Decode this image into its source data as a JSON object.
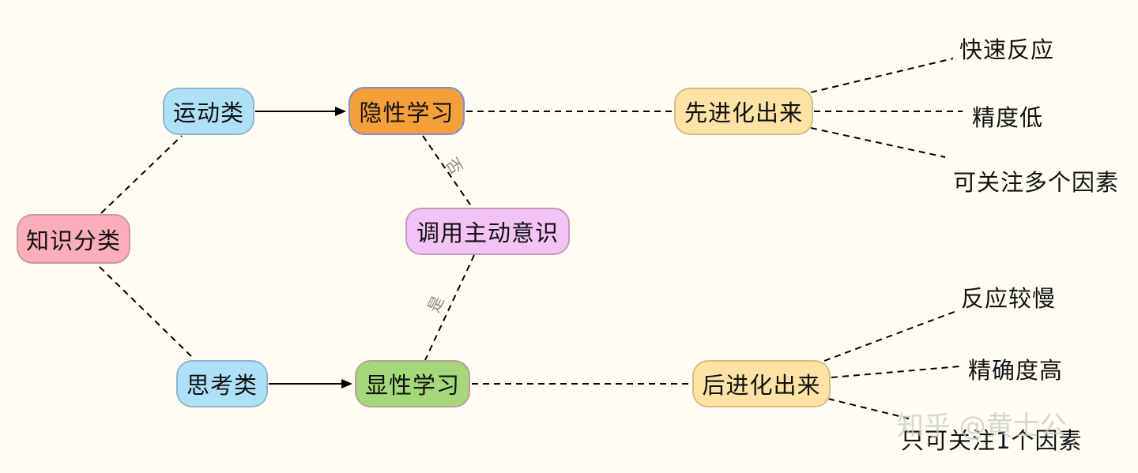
{
  "nodes": {
    "zhishi_fenlei": "知识分类",
    "yundong_lei": "运动类",
    "sikao_lei": "思考类",
    "yinxing_xuexi": "隐性学习",
    "xianxing_xuexi": "显性学习",
    "diaoyong": "调用主动意识",
    "xian_jinhua": "先进化出来",
    "hou_jinhua": "后进化出来"
  },
  "edge_labels": {
    "fou": "否",
    "shi": "是"
  },
  "leaves": {
    "kuaisu_fanying": "快速反应",
    "jingdu_di": "精度低",
    "ke_guanzhu_duo": "可关注多个因素",
    "fanying_jiaoman": "反应较慢",
    "jingquedu_gao": "精确度高",
    "zhi_ke_guanzhu_1": "只可关注1个因素"
  },
  "watermark": "知乎 @黄士公",
  "colors": {
    "zhishi_fenlei": "#f9aeb8",
    "yundong_lei": "#aee0f8",
    "sikao_lei": "#aee0f8",
    "yinxing_xuexi": "#f59f3a",
    "xianxing_xuexi": "#a4d87b",
    "diaoyong": "#f4c3f6",
    "jinhua": "#fde2a6"
  }
}
